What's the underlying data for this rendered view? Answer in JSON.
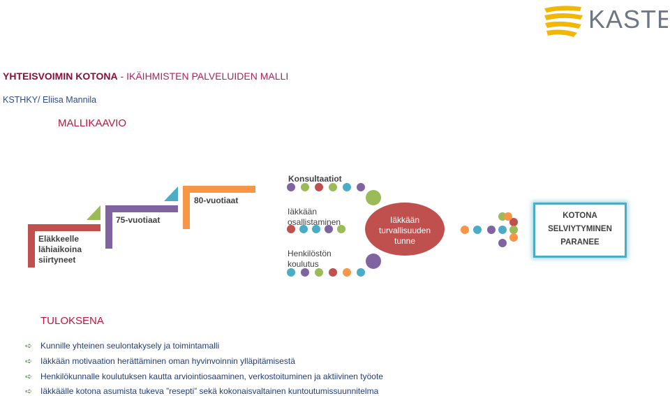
{
  "logo": {
    "text": "KASTE"
  },
  "header": {
    "title_main": "YHTEISVOIMIN KOTONA",
    "title_sep": " - ",
    "title_sub": "IKÄIHMISTEN PALVELUIDEN MALLI",
    "author": "KSTHKY/ Eliisa Mannila",
    "subtitle": "MALLIKAAVIO"
  },
  "steps": [
    {
      "label": "Eläkkeelle lähiaikoina siirtyneet",
      "color": "#c0504d"
    },
    {
      "label": "75-vuotiaat",
      "color": "#8064a2"
    },
    {
      "label": "80-vuotiaat",
      "color": "#f79646"
    }
  ],
  "activities": {
    "consultations": "Konsultaatiot",
    "participation": "Iäkkään osallistaminen",
    "training": "Henkilöstön koulutus"
  },
  "center_oval": {
    "label": "Iäkkään turvallisuuden tunne",
    "color": "#c0504d"
  },
  "outcome": {
    "label": "KOTONA SELVIYTYMINEN PARANEE",
    "border": "#4bacc6"
  },
  "palette": [
    "#c0504d",
    "#9bbb59",
    "#8064a2",
    "#4bacc6",
    "#f79646"
  ],
  "results": {
    "heading": "TULOKSENA",
    "items": [
      "Kunnille yhteinen seulontakysely ja toimintamalli",
      "Iäkkään motivaation herättäminen oman hyvinvoinnin ylläpitämisestä",
      "Henkilökunnalle koulutuksen kautta arviointiosaaminen, verkostoituminen ja aktiivinen työote",
      "Iäkkäälle kotona asumista tukeva ”resepti” sekä kokonaisvaltainen kuntoutumissuunnitelma"
    ]
  }
}
